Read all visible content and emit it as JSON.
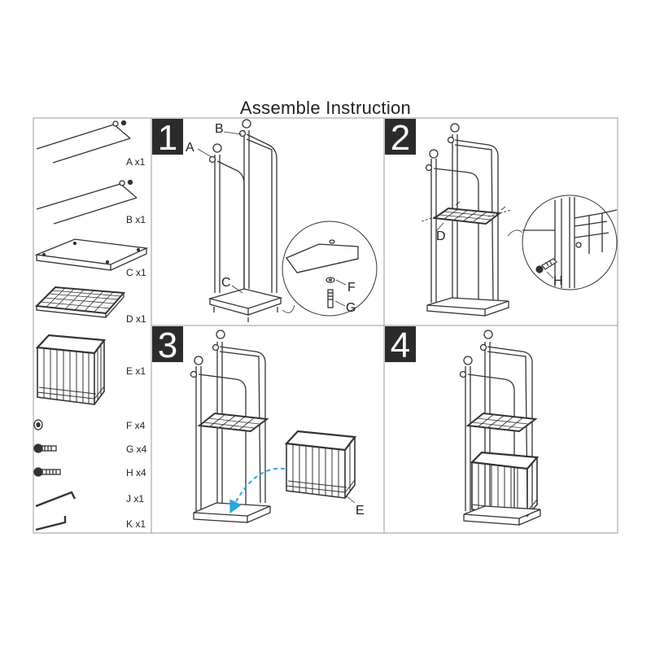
{
  "title": "Assemble Instruction",
  "parts": [
    {
      "label": "A x1"
    },
    {
      "label": "B x1"
    },
    {
      "label": "C x1"
    },
    {
      "label": "D x1"
    },
    {
      "label": "E x1"
    },
    {
      "label": "F x4"
    },
    {
      "label": "G x4"
    },
    {
      "label": "H x4"
    },
    {
      "label": "J x1"
    },
    {
      "label": "K x1"
    }
  ],
  "steps": [
    {
      "number": "1",
      "callouts": [
        "A",
        "B",
        "C",
        "F",
        "G"
      ]
    },
    {
      "number": "2",
      "callouts": [
        "D",
        "H"
      ]
    },
    {
      "number": "3",
      "callouts": [
        "E"
      ]
    },
    {
      "number": "4",
      "callouts": []
    }
  ],
  "colors": {
    "line": "#333333",
    "frame": "#9a9a9a",
    "number_bg": "#2b2b2b",
    "arrow": "#2aa6e0"
  }
}
